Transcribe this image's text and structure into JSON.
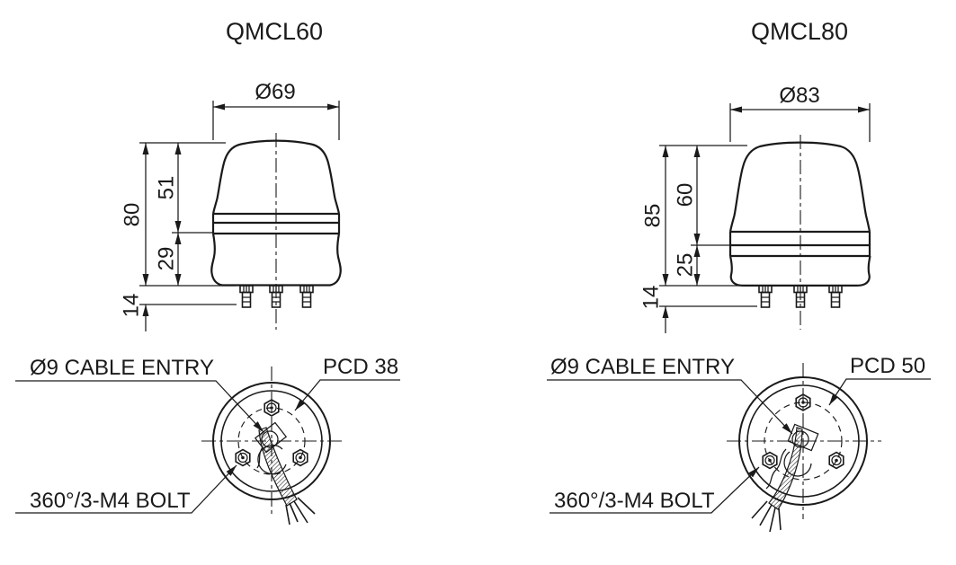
{
  "page": {
    "background": "#ffffff",
    "line_color": "#1a1a1a"
  },
  "models": {
    "qmcl60": {
      "title": "QMCL60",
      "front": {
        "diameter": "Ø69",
        "total_height": "80",
        "lens_height": "51",
        "base_height": "29",
        "bolt_length": "14"
      },
      "bottom": {
        "cable_entry_label": "Ø9 CABLE ENTRY",
        "pcd_label": "PCD 38",
        "bolt_label": "360°/3-M4 BOLT"
      }
    },
    "qmcl80": {
      "title": "QMCL80",
      "front": {
        "diameter": "Ø83",
        "total_height": "85",
        "lens_height": "60",
        "base_height": "25",
        "bolt_length": "14"
      },
      "bottom": {
        "cable_entry_label": "Ø9 CABLE ENTRY",
        "pcd_label": "PCD 50",
        "bolt_label": "360°/3-M4 BOLT"
      }
    }
  }
}
